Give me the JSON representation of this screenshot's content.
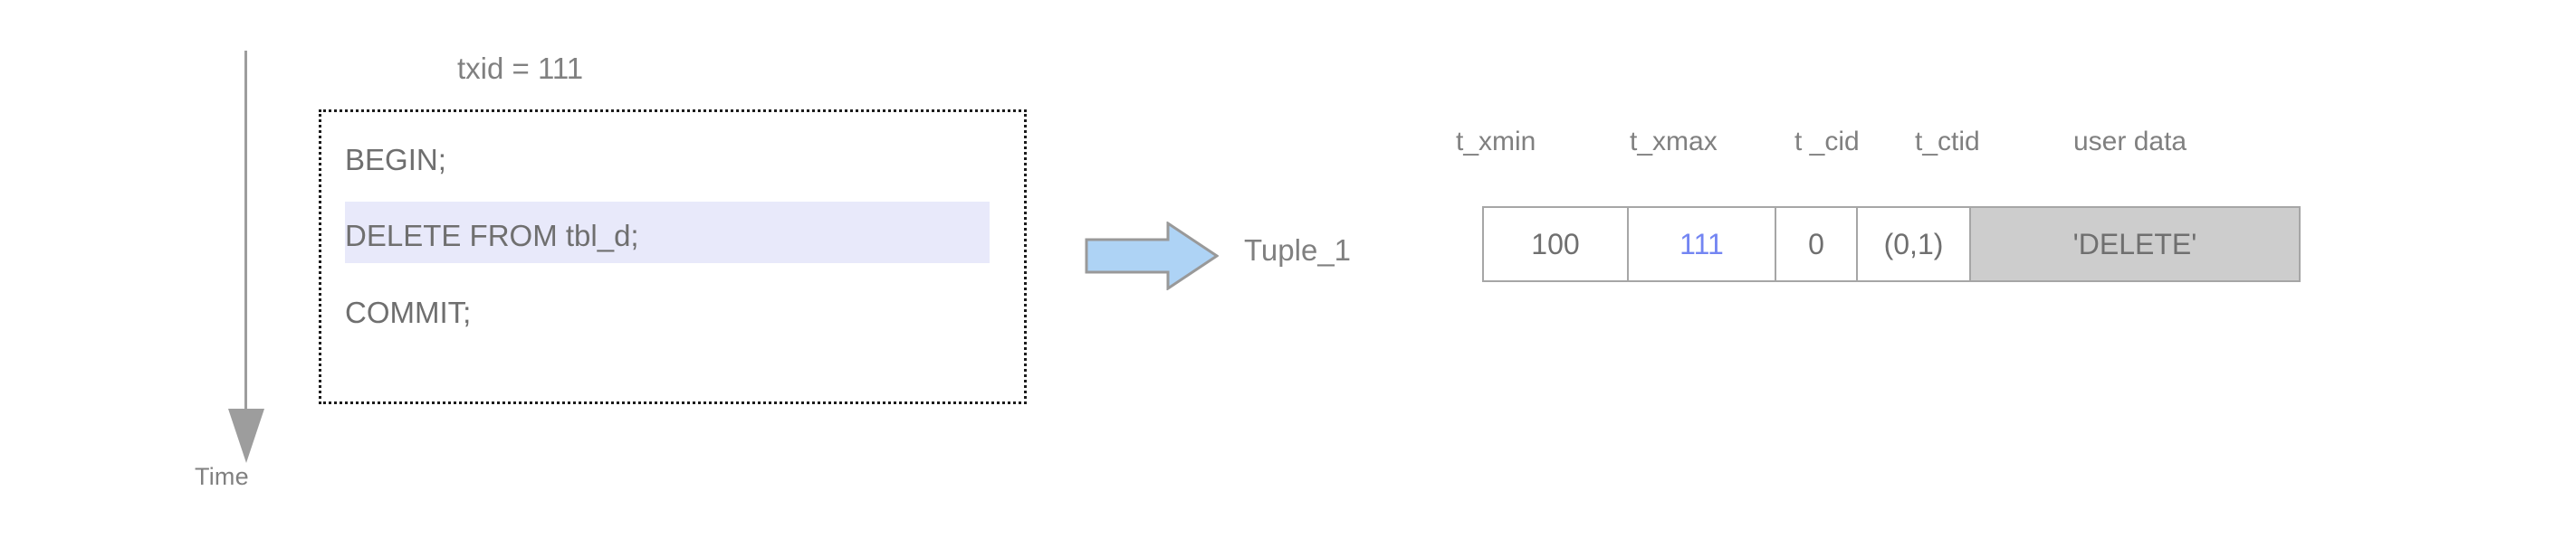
{
  "timeline": {
    "label": "Time",
    "icon": "down-arrow-icon",
    "color": "#9d9d9d"
  },
  "transaction": {
    "caption": "txid = 111",
    "txid": "111",
    "statements": [
      {
        "text": "BEGIN;",
        "highlighted": false
      },
      {
        "text": "DELETE FROM tbl_d;",
        "highlighted": true
      },
      {
        "text": "COMMIT;",
        "highlighted": false
      }
    ],
    "highlight_color": "#e8e9fa",
    "border_style": "dotted"
  },
  "flow": {
    "arrow_icon": "right-block-arrow-icon",
    "arrow_fill": "#aed3f5",
    "arrow_stroke": "#999999",
    "target_label": "Tuple_1"
  },
  "tuple_table": {
    "headers": [
      "t_xmin",
      "t_xmax",
      "t _cid",
      "t_ctid",
      "user data"
    ],
    "row": [
      {
        "value": "100",
        "accent": false,
        "shaded": false
      },
      {
        "value": "111",
        "accent": true,
        "shaded": false
      },
      {
        "value": "0",
        "accent": false,
        "shaded": false
      },
      {
        "value": "(0,1)",
        "accent": false,
        "shaded": false
      },
      {
        "value": "'DELETE'",
        "accent": false,
        "shaded": true
      }
    ],
    "accent_color": "#7385f2",
    "shade_color": "#cdcdcd",
    "border_color": "#a6a6a6"
  }
}
